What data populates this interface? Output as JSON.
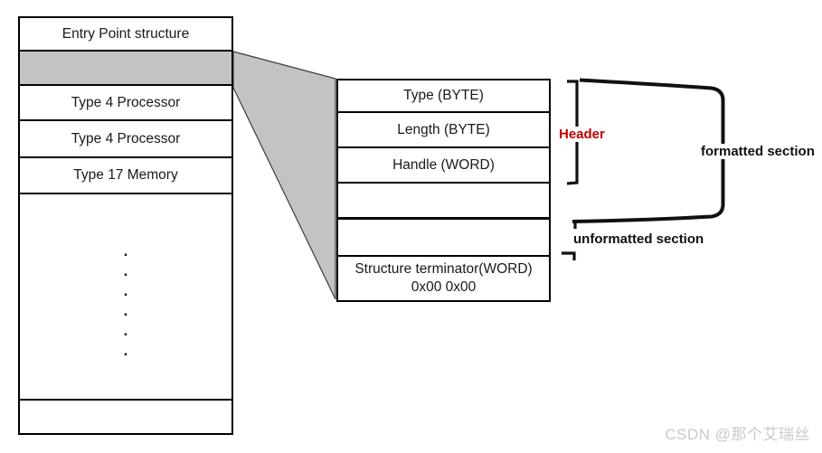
{
  "left_table": {
    "rows": [
      "Entry Point structure",
      "",
      "Type 4 Processor",
      "Type 4 Processor",
      "Type 17 Memory",
      "",
      ""
    ],
    "ellipsis": ".\n.\n.\n.\n.\n."
  },
  "detail_table": {
    "rows": [
      "Type (BYTE)",
      "Length (BYTE)",
      "Handle (WORD)",
      "",
      ""
    ],
    "terminator_line1": "Structure terminator(WORD)",
    "terminator_line2": "0x00 0x00"
  },
  "annotations": {
    "header_label": "Header",
    "formatted_label": "formatted section",
    "unformatted_label": "unformatted section"
  },
  "watermark": {
    "text": "CSDN @那个艾瑞丝"
  },
  "colors": {
    "header_red": "#c00000",
    "connector_gray": "#c3c3c3",
    "line_black": "#111111",
    "watermark_gray": "#c9c9c9"
  }
}
